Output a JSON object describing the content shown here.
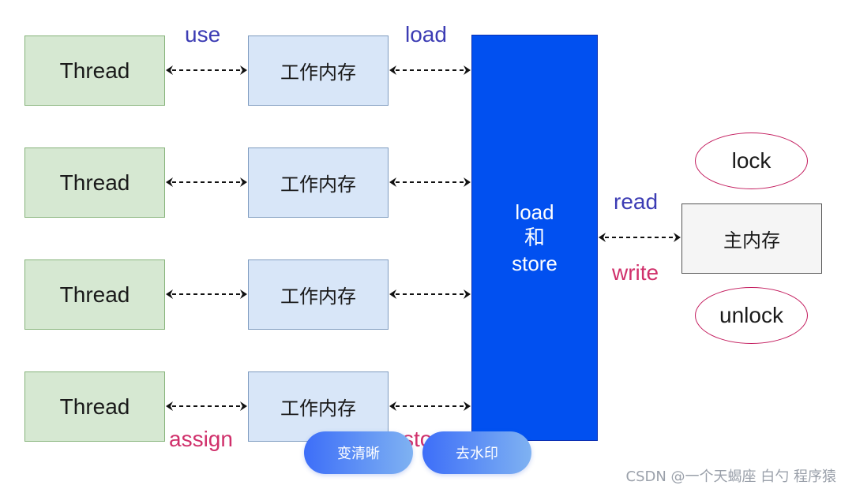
{
  "diagram": {
    "threads": [
      "Thread",
      "Thread",
      "Thread",
      "Thread"
    ],
    "work_memory": [
      "工作内存",
      "工作内存",
      "工作内存",
      "工作内存"
    ],
    "load_store_lines": [
      "load",
      "和",
      "store"
    ],
    "main_memory": "主内存",
    "ops": {
      "use": "use",
      "load": "load",
      "assign": "assign",
      "store": "sto",
      "read": "read",
      "write": "write",
      "lock": "lock",
      "unlock": "unlock"
    },
    "colors": {
      "thread_fill": "#d6e8d2",
      "work_fill": "#d8e6f8",
      "bus_fill": "#0150f0",
      "main_fill": "#f5f5f5",
      "label_blue": "#3c3cb4",
      "label_pink": "#d0306b"
    }
  },
  "toolbar": {
    "enhance_label": "变清晰",
    "remove_watermark_label": "去水印"
  },
  "watermark": "CSDN @一个天蝎座 白勺 程序猿"
}
